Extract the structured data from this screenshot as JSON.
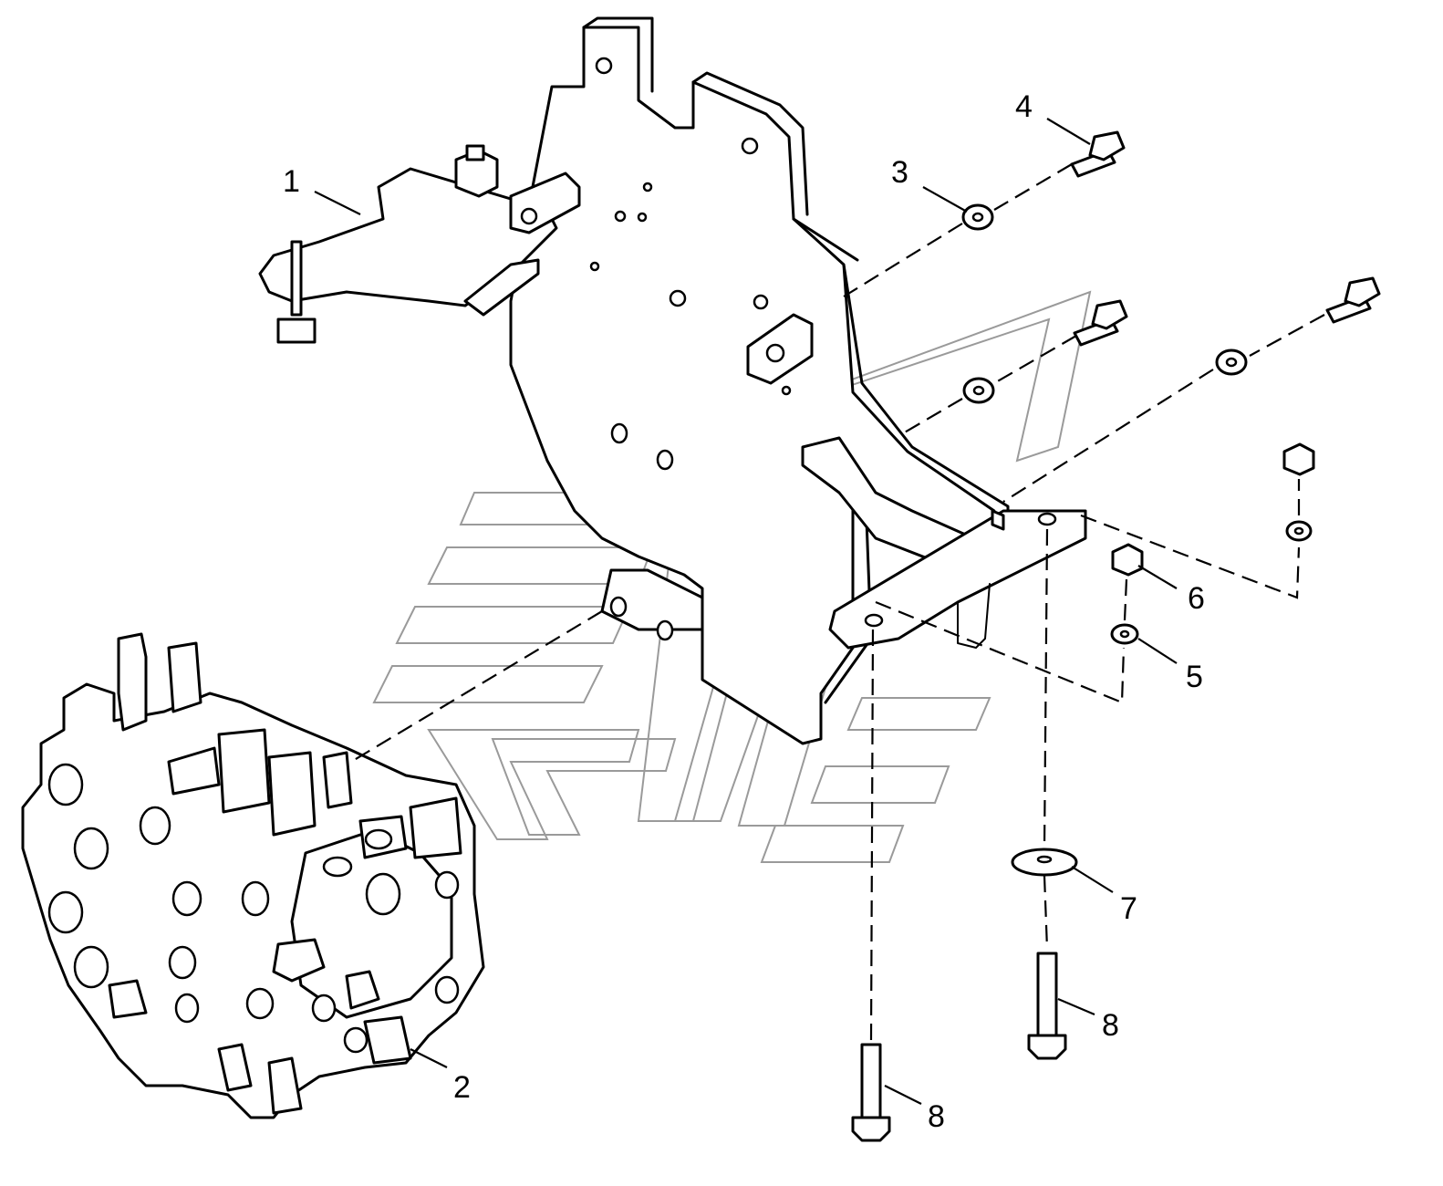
{
  "callouts": [
    {
      "id": "1",
      "label": "1"
    },
    {
      "id": "2",
      "label": "2"
    },
    {
      "id": "3",
      "label": "3"
    },
    {
      "id": "4",
      "label": "4"
    },
    {
      "id": "5",
      "label": "5"
    },
    {
      "id": "6",
      "label": "6"
    },
    {
      "id": "7",
      "label": "7"
    },
    {
      "id": "8a",
      "label": "8"
    },
    {
      "id": "8b",
      "label": "8"
    }
  ]
}
